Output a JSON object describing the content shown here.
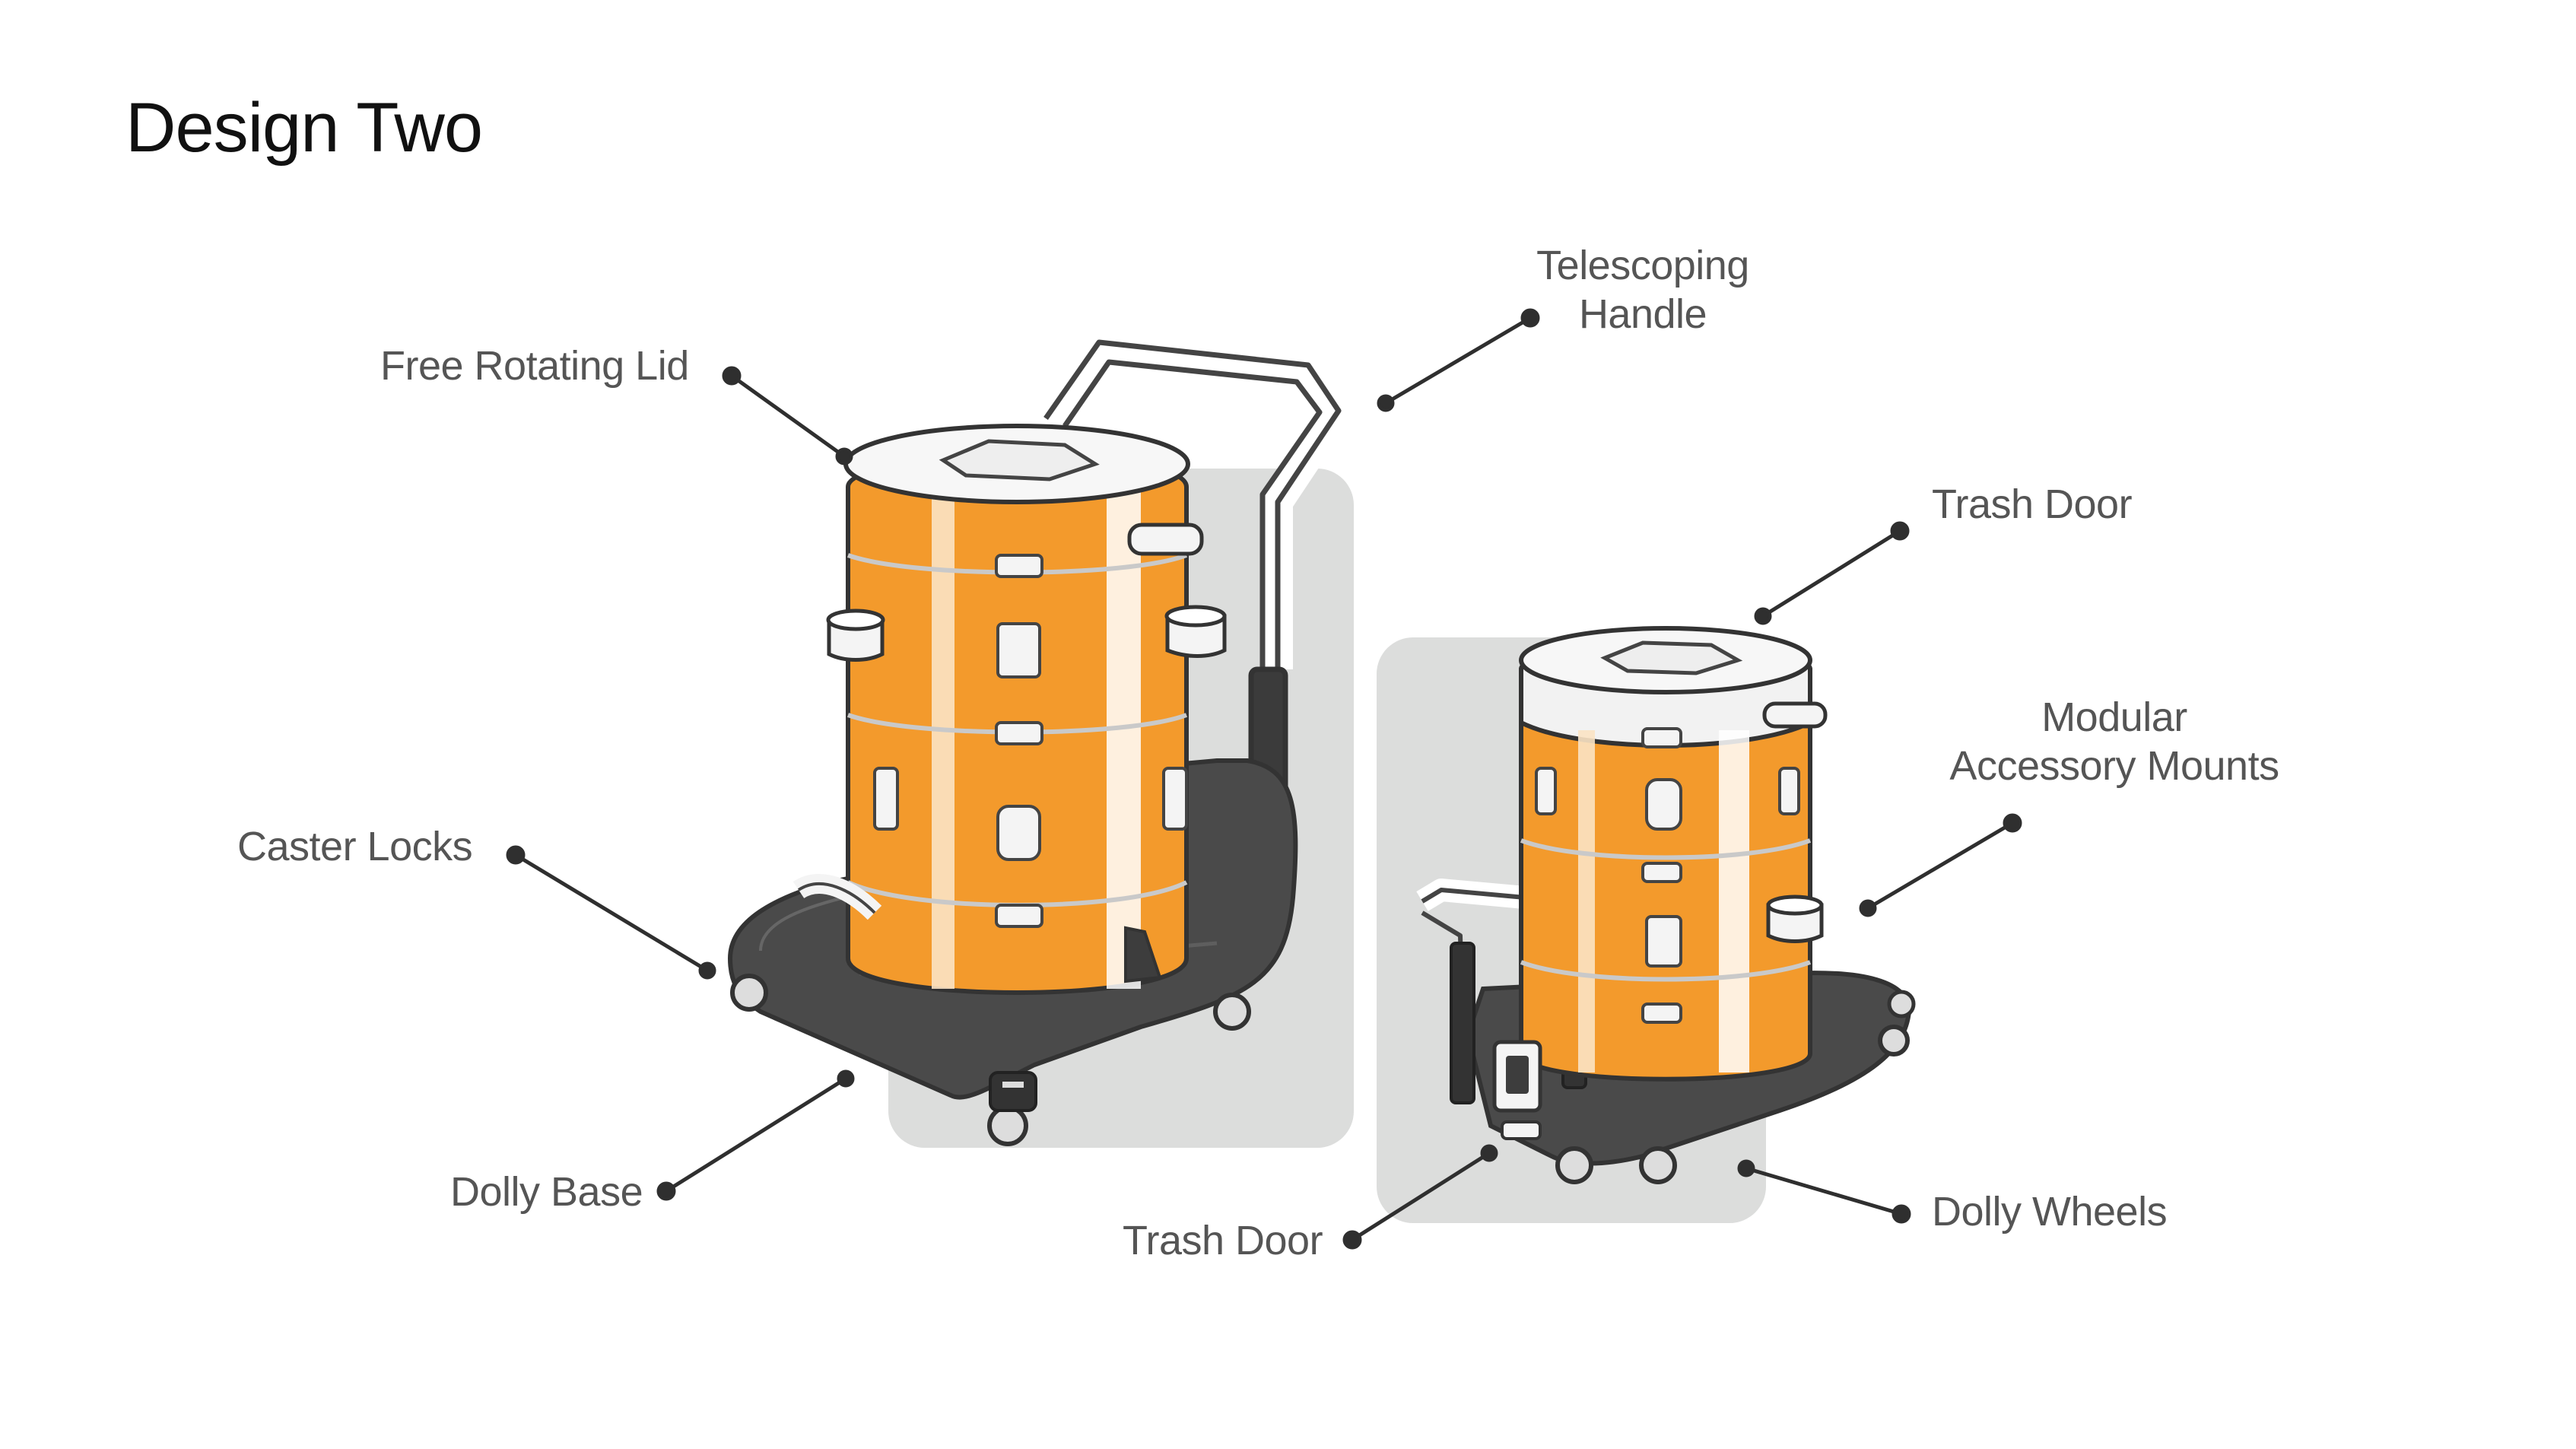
{
  "title": "Design Two",
  "callouts": {
    "telescoping_handle": [
      "Telescoping",
      "Handle"
    ],
    "free_rotating_lid": "Free Rotating Lid",
    "trash_door_top": "Trash Door",
    "modular_accessory_mounts": [
      "Modular",
      "Accessory Mounts"
    ],
    "caster_locks": "Caster Locks",
    "dolly_base": "Dolly Base",
    "trash_door_bottom": "Trash Door",
    "dolly_wheels": "Dolly Wheels"
  },
  "colors": {
    "accent_orange": "#f39a2c",
    "dolly_dark": "#4a4a4a",
    "backdrop_gray": "#dcdddc",
    "leader_line": "#2f2f2f",
    "label_text": "#555555"
  }
}
